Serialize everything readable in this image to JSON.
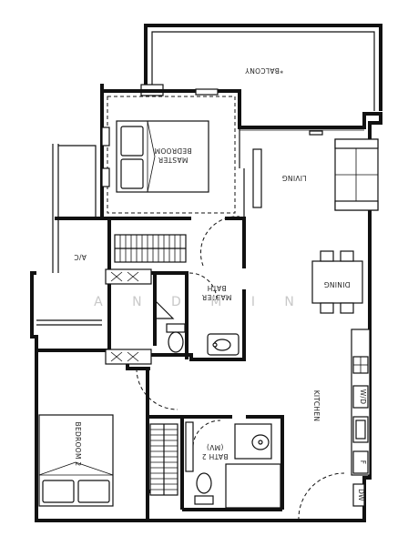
{
  "rooms": {
    "balcony": "*BALCONY",
    "master_bedroom": [
      "MASTER",
      "BEDROOM"
    ],
    "living": "LIVING",
    "ac": "A/C",
    "master_bath": [
      "MASTER",
      "BATH"
    ],
    "dining": "DINING",
    "kitchen": "KITCHEN",
    "bedroom2": "BEDROOM 2",
    "bath2": [
      "BATH 2",
      "(MV)"
    ],
    "wd": "W/D",
    "fridge": "F",
    "dw": "DW"
  },
  "watermark": "A N D M I N"
}
